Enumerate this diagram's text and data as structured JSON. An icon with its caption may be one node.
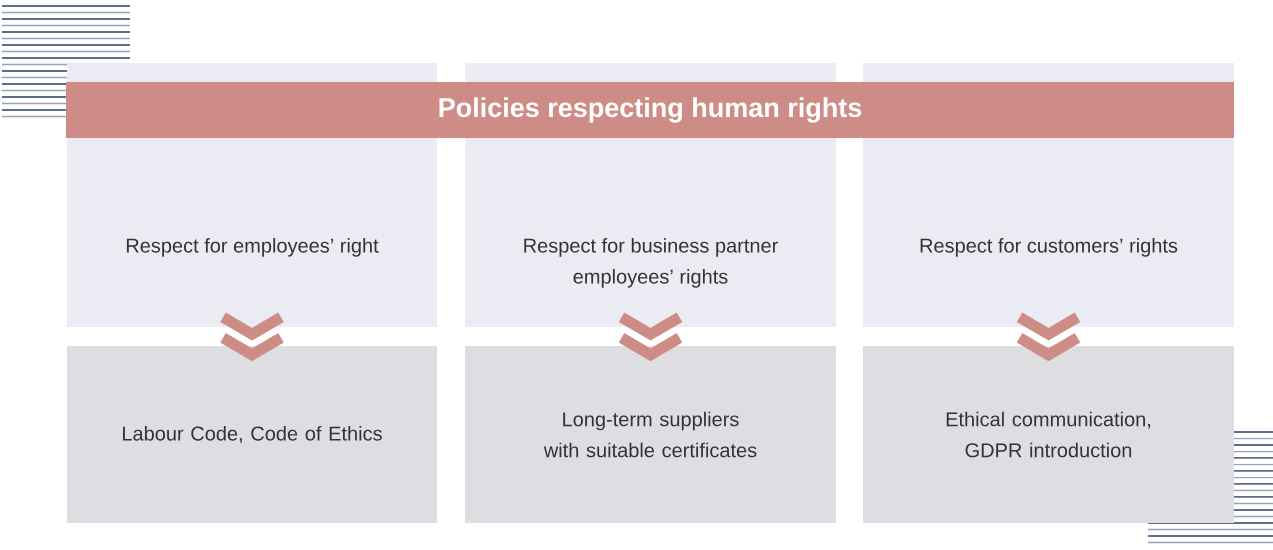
{
  "diagram": {
    "nodes": [
      {
        "text": [
          "Policies respecting human rights"
        ]
      },
      {
        "text": [
          "Respect for employees’ right"
        ]
      },
      {
        "text": [
          "Respect for business partner employees’ rights"
        ]
      },
      {
        "text": [
          "Respect for customers’ rights"
        ]
      },
      {
        "text": [
          "Labour Code, Code of Ethics"
        ]
      },
      {
        "text": [
          "Long-term suppliers with suitable certificates"
        ]
      },
      {
        "text": [
          "Ethical communication, GDPR introduction"
        ]
      }
    ],
    "edges": [
      {
        "from": 1,
        "to": 4,
        "arrow": "to"
      },
      {
        "from": 2,
        "to": 5,
        "arrow": "to"
      },
      {
        "from": 3,
        "to": 6,
        "arrow": "to"
      }
    ]
  }
}
